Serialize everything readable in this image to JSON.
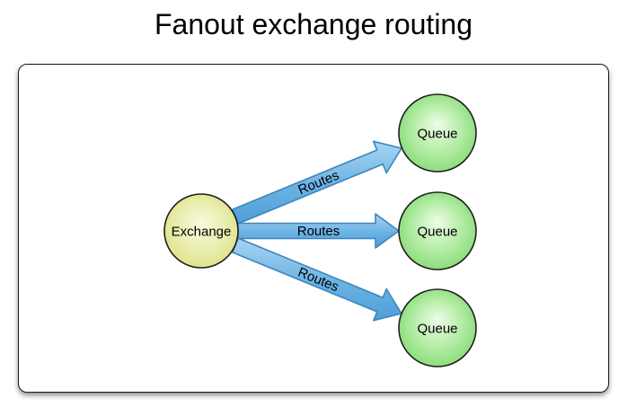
{
  "title": "Fanout exchange routing",
  "diagram": {
    "exchange": {
      "label": "Exchange"
    },
    "queues": [
      {
        "label": "Queue"
      },
      {
        "label": "Queue"
      },
      {
        "label": "Queue"
      }
    ],
    "routes": [
      {
        "label": "Routes"
      },
      {
        "label": "Routes"
      },
      {
        "label": "Routes"
      }
    ],
    "colors": {
      "arrow_fill_top": "#a8d4f2",
      "arrow_fill_mid": "#6ab2e4",
      "arrow_fill_bottom": "#4f9ed7",
      "arrow_stroke": "#3c86bd",
      "exchange_fill_center": "#f8fade",
      "exchange_fill_mid": "#e9edae",
      "exchange_fill_edge": "#d9df79",
      "queue_fill_center": "#effce9",
      "queue_fill_mid": "#b4eda5",
      "queue_fill_edge": "#7cd56b",
      "node_stroke": "#1f1f1f",
      "label_color": "#000000"
    }
  }
}
